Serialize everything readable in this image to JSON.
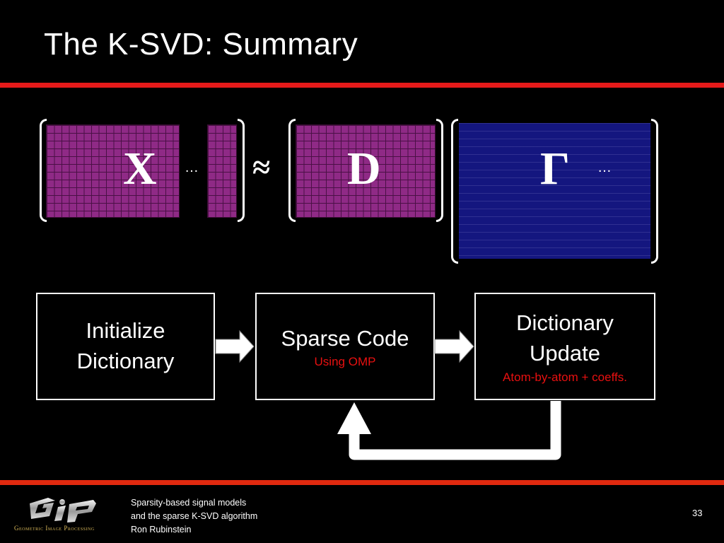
{
  "slide": {
    "title": "The K-SVD: Summary"
  },
  "equation": {
    "x_label": "X",
    "x_dots": "…",
    "approx": "≈",
    "d_label": "D",
    "gamma_label": "Γ",
    "gamma_dots": "…"
  },
  "flow": {
    "init": {
      "line1": "Initialize",
      "line2": "Dictionary"
    },
    "sparse": {
      "main": "Sparse Code",
      "sub": "Using OMP"
    },
    "update": {
      "line1": "Dictionary",
      "line2": "Update",
      "sub": "Atom-by-atom + coeffs."
    }
  },
  "footer": {
    "line1": "Sparsity-based signal models",
    "line2": "and the sparse K-SVD algorithm",
    "line3": "Ron Rubinstein",
    "page_number": "33",
    "logo_caption": "Geometric Image Processing"
  },
  "colors": {
    "accent_red": "#e51a1a",
    "matrix_purple": "#8f2a86",
    "gamma_blue": "#14167f",
    "note_red": "#e81010"
  }
}
